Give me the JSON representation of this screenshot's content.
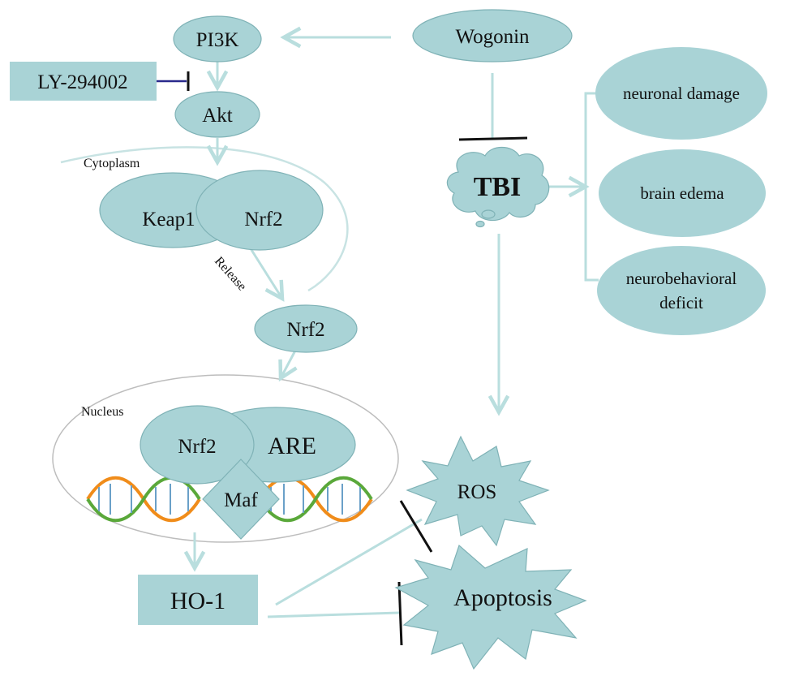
{
  "nodes": {
    "pi3k": "PI3K",
    "wogonin": "Wogonin",
    "inhibitor": "LY-294002",
    "akt": "Akt",
    "keap1": "Keap1",
    "nrf2_bound": "Nrf2",
    "nrf2_free": "Nrf2",
    "nrf2_nucleus": "Nrf2",
    "are": "ARE",
    "maf": "Maf",
    "ho1": "HO-1",
    "tbi": "TBI",
    "ros": "ROS",
    "apoptosis": "Apoptosis"
  },
  "outcomes": {
    "neuronal_damage": "neuronal damage",
    "brain_edema": "brain edema",
    "neurobehavioral_line1": "neurobehavioral",
    "neurobehavioral_line2": "deficit"
  },
  "compartments": {
    "cytoplasm": "Cytoplasm",
    "nucleus": "Nucleus",
    "release": "Release"
  },
  "colors": {
    "node_fill": "#a9d3d6",
    "arrow": "#b9dede",
    "inhibitor_line": "#2a2a8c",
    "dna_orange": "#f08c1a",
    "dna_green": "#5aa83a"
  }
}
